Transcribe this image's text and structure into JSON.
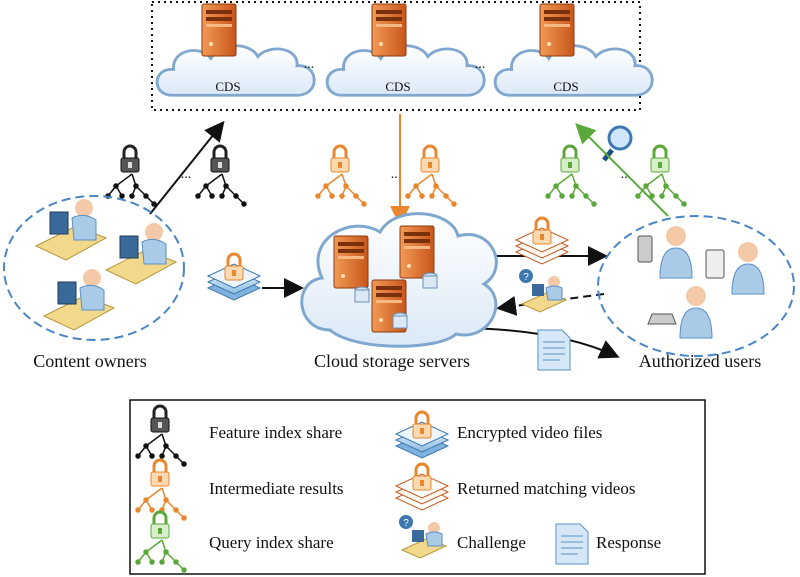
{
  "cds": {
    "label": "CDS",
    "ellipsis": "..."
  },
  "groups": {
    "content_owners": "Content owners",
    "cloud_storage": "Cloud storage servers",
    "authorized_users": "Authorized users"
  },
  "legend": {
    "feature_index_share": "Feature index share",
    "encrypted_video_files": "Encrypted video files",
    "intermediate_results": "Intermediate results",
    "returned_matching_videos": "Returned matching videos",
    "query_index_share": "Query index share",
    "challenge": "Challenge",
    "response": "Response"
  },
  "colors": {
    "black": "#111111",
    "orange": "#e8872e",
    "green": "#5aa83a",
    "cloud_edge": "#7fa7cf",
    "server": "#d8682a"
  }
}
